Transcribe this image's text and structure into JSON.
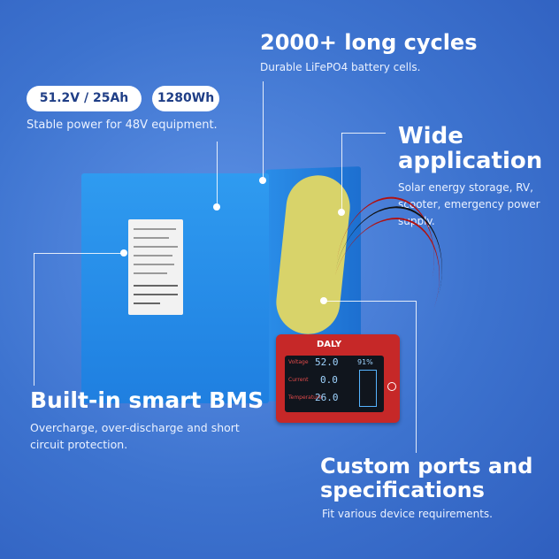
{
  "specs": {
    "voltage_capacity": "51.2V / 25Ah",
    "energy": "1280Wh",
    "description": "Stable power for 48V equipment."
  },
  "cycles": {
    "title": "2000+ long cycles",
    "description": "Durable LiFePO4 battery cells."
  },
  "application": {
    "title_line1": "Wide",
    "title_line2": "application",
    "description_line1": "Solar energy storage, RV,",
    "description_line2": "scooter, emergency power",
    "description_line3": "supply."
  },
  "bms": {
    "title": "Built-in smart BMS",
    "description_line1": "Overcharge, over-discharge and short",
    "description_line2": "circuit protection."
  },
  "ports": {
    "title_line1": "Custom ports and",
    "title_line2": "specifications",
    "description": "Fit various device requirements."
  },
  "display": {
    "brand": "DALY",
    "voltage_label": "Voltage",
    "voltage_value": "52.0",
    "current_label": "Current",
    "current_value": "0.0",
    "temp_label": "Temperature",
    "temp_value": "26.0",
    "percent_value": "91%"
  },
  "colors": {
    "background": "#3d73cf",
    "battery": "#1f7fe0",
    "display": "#c62828"
  }
}
